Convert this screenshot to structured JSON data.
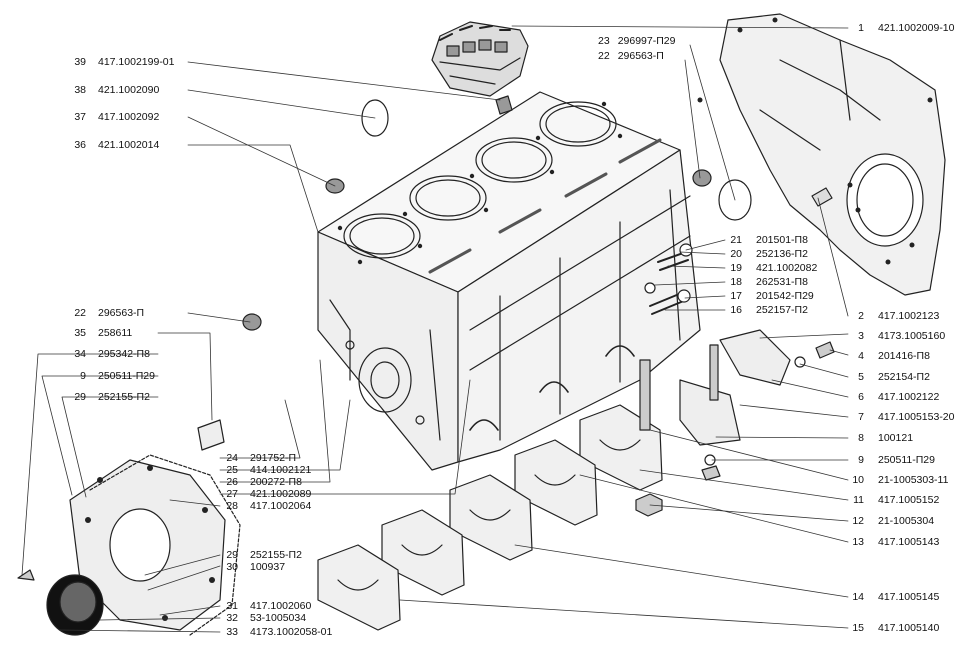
{
  "diagram": {
    "right_labels": [
      {
        "num": "1",
        "code": "421.1002009-10"
      },
      {
        "num": "2",
        "code": "417.1002123"
      },
      {
        "num": "3",
        "code": "4173.1005160"
      },
      {
        "num": "4",
        "code": "201416-П8"
      },
      {
        "num": "5",
        "code": "252154-П2"
      },
      {
        "num": "6",
        "code": "417.1002122"
      },
      {
        "num": "7",
        "code": "417.1005153-20"
      },
      {
        "num": "8",
        "code": "100121"
      },
      {
        "num": "9",
        "code": "250511-П29"
      },
      {
        "num": "10",
        "code": "21-1005303-11"
      },
      {
        "num": "11",
        "code": "417.1005152"
      },
      {
        "num": "12",
        "code": "21-1005304"
      },
      {
        "num": "13",
        "code": "417.1005143"
      },
      {
        "num": "14",
        "code": "417.1005145"
      },
      {
        "num": "15",
        "code": "417.1005140"
      }
    ],
    "upper_mid_labels": [
      {
        "num": "23",
        "code": "296997-П29"
      },
      {
        "num": "22",
        "code": "296563-П"
      }
    ],
    "mid_right_labels": [
      {
        "num": "21",
        "code": "201501-П8"
      },
      {
        "num": "20",
        "code": "252136-П2"
      },
      {
        "num": "19",
        "code": "421.1002082"
      },
      {
        "num": "18",
        "code": "262531-П8"
      },
      {
        "num": "17",
        "code": "201542-П29"
      },
      {
        "num": "16",
        "code": "252157-П2"
      }
    ],
    "left_labels": [
      {
        "num": "39",
        "code": "417.1002199-01"
      },
      {
        "num": "38",
        "code": "421.1002090"
      },
      {
        "num": "37",
        "code": "417.1002092"
      },
      {
        "num": "36",
        "code": "421.1002014"
      },
      {
        "num": "22",
        "code": "296563-П"
      },
      {
        "num": "35",
        "code": "258611"
      },
      {
        "num": "34",
        "code": "295342-П8"
      },
      {
        "num": "9",
        "code": "250511-П29"
      },
      {
        "num": "29",
        "code": "252155-П2"
      }
    ],
    "center_labels": [
      {
        "num": "24",
        "code": "291752-П"
      },
      {
        "num": "25",
        "code": "414.1002121"
      },
      {
        "num": "26",
        "code": "200272-П8"
      },
      {
        "num": "27",
        "code": "421.1002089"
      },
      {
        "num": "28",
        "code": "417.1002064"
      },
      {
        "num": "29",
        "code": "252155-П2"
      },
      {
        "num": "30",
        "code": "100937"
      },
      {
        "num": "31",
        "code": "417.1002060"
      },
      {
        "num": "32",
        "code": "53-1005034"
      },
      {
        "num": "33",
        "code": "4173.1002058-01"
      }
    ]
  }
}
